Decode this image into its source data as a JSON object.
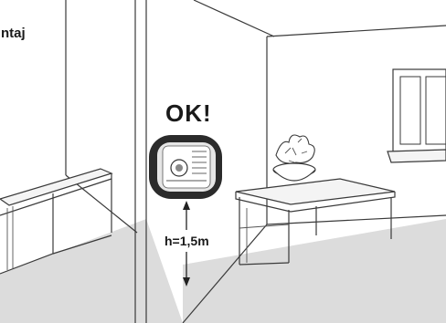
{
  "heading": "ntaj",
  "callout": "OK!",
  "height_label": "h=1,5m",
  "colors": {
    "line": "#3a3a3a",
    "floor": "#d9d9d9",
    "device_body": "#2b2b2b",
    "background": "#ffffff"
  }
}
